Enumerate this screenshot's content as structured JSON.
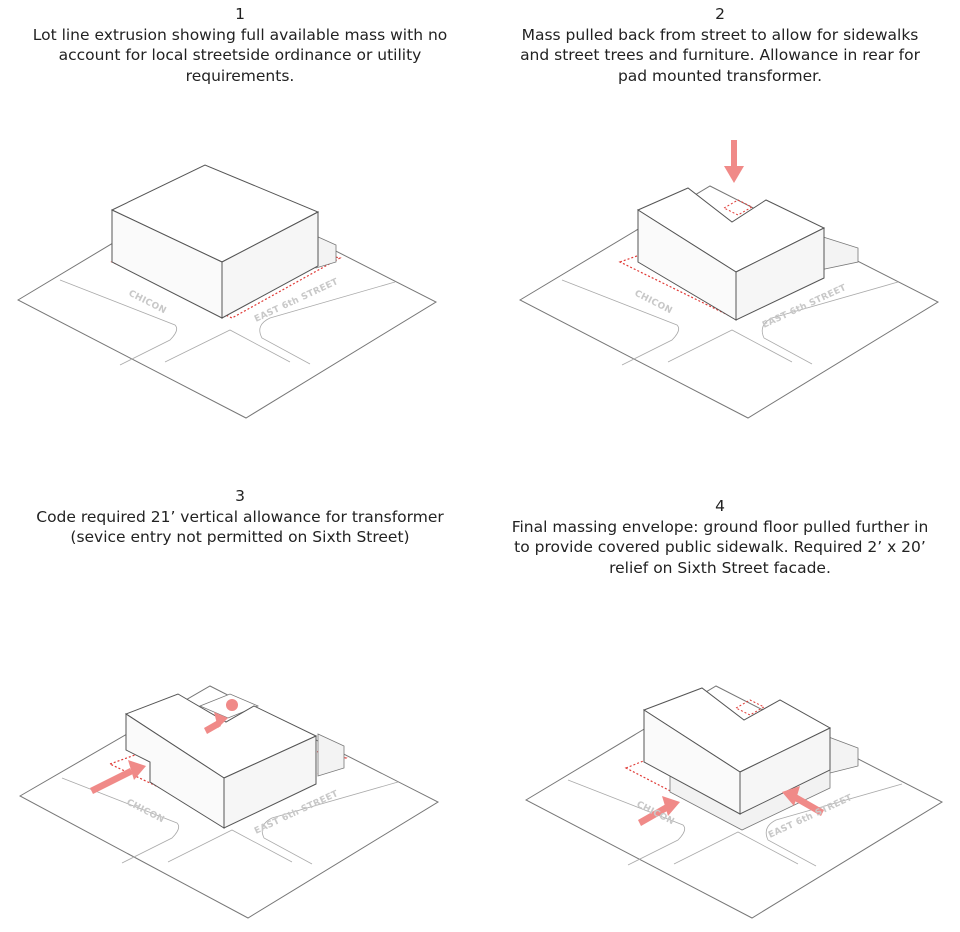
{
  "panels": [
    {
      "number": "1",
      "caption": "Lot line extrusion showing full available mass with no account for local streetside ordinance or utility requirements.",
      "street_left": "CHICON",
      "street_right": "EAST 6th STREET"
    },
    {
      "number": "2",
      "caption": "Mass pulled back from street to allow for sidewalks and street trees and furniture. Allowance in rear for pad mounted transformer.",
      "street_left": "CHICON",
      "street_right": "EAST 6th STREET"
    },
    {
      "number": "3",
      "caption": "Code required 21’ vertical allowance for transformer (sevice entry not permitted on Sixth Street)",
      "street_left": "CHICON",
      "street_right": "EAST 6th STREET"
    },
    {
      "number": "4",
      "caption": "Final massing envelope: ground floor pulled further in to provide covered public sidewalk. Required 2’ x 20’ relief on Sixth Street facade.",
      "street_left": "CHICON",
      "street_right": "EAST 6th STREET"
    }
  ],
  "colors": {
    "accent": "#f08a88",
    "dotted": "#e03a36",
    "line": "#666666",
    "label": "#c8c8c8"
  }
}
